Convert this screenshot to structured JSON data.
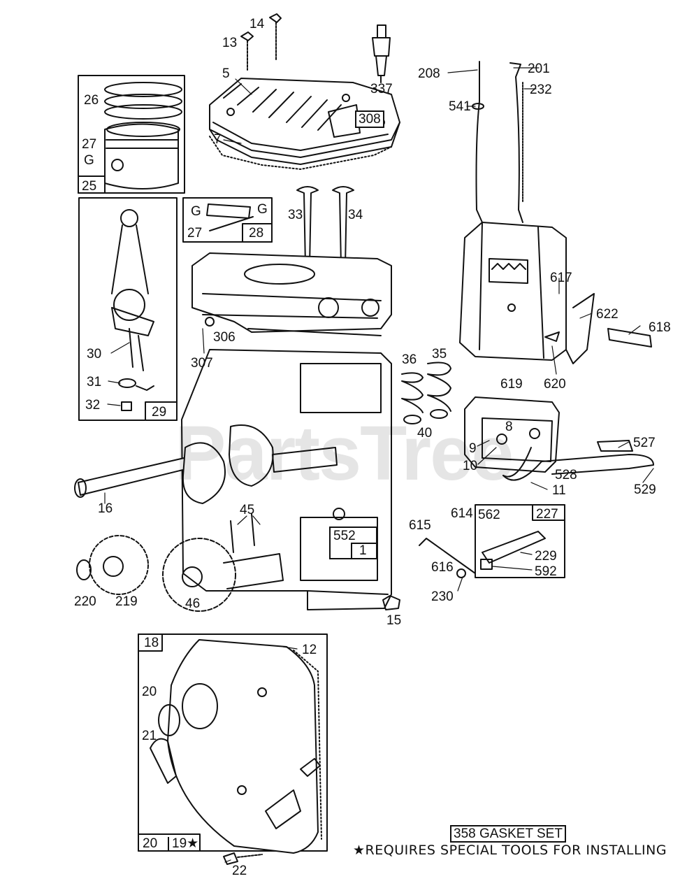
{
  "watermark": "PartsTree",
  "gasket_set": "358 GASKET SET",
  "note": "★REQUIRES SPECIAL TOOLS FOR INSTALLING",
  "labels": {
    "p5": "5",
    "p7": "7",
    "p13": "13",
    "p14": "14",
    "p308": "308",
    "p337": "337",
    "p26": "26",
    "p27a": "27",
    "pGa": "G",
    "p25": "25",
    "p27b": "27",
    "p28": "28",
    "pGb": "G",
    "pGc": "G",
    "p33": "33",
    "p34": "34",
    "p208": "208",
    "p201": "201",
    "p232": "232",
    "p541": "541",
    "p30": "30",
    "p31": "31",
    "p32": "32",
    "p29": "29",
    "p306": "306",
    "p307": "307",
    "p617": "617",
    "p622": "622",
    "p618": "618",
    "p619": "619",
    "p620": "620",
    "p36": "36",
    "p35": "35",
    "p40": "40",
    "p8": "8",
    "p9": "9",
    "p10": "10",
    "p11": "11",
    "p527": "527",
    "p528": "528",
    "p529": "529",
    "p16": "16",
    "p45": "45",
    "p552": "552",
    "p1": "1",
    "p615": "615",
    "p614": "614",
    "p616": "616",
    "p562": "562",
    "p227": "227",
    "p229": "229",
    "p592": "592",
    "p230": "230",
    "p220": "220",
    "p219": "219",
    "p46": "46",
    "p15": "15",
    "p18": "18",
    "p12": "12",
    "p20a": "20",
    "p21": "21",
    "p20b": "20",
    "p19": "19★",
    "p22": "22"
  }
}
